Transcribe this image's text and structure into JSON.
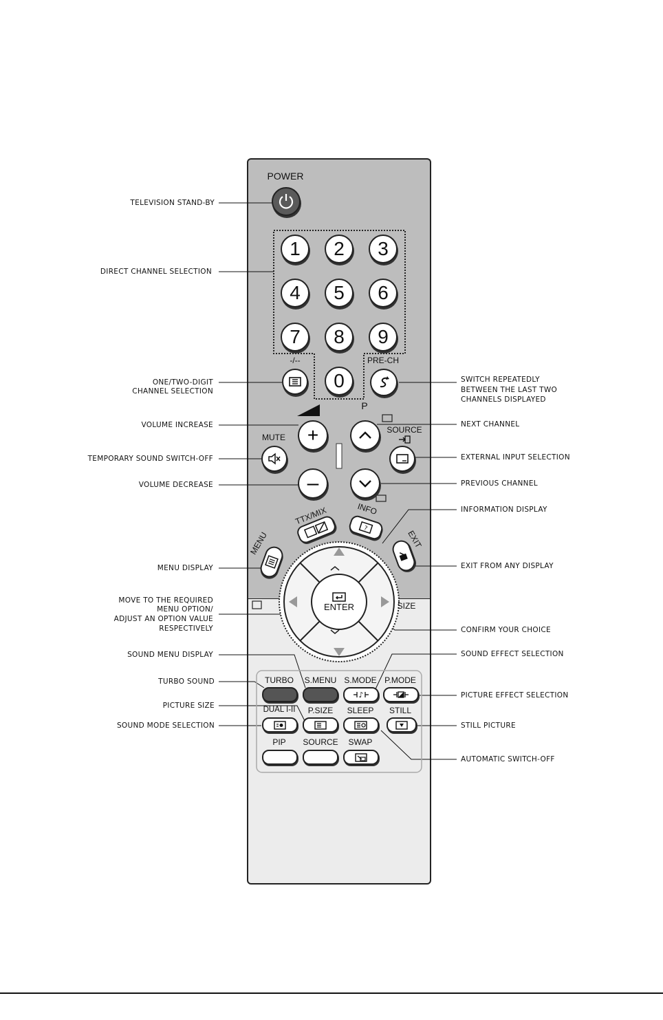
{
  "buttons": {
    "power": "POWER",
    "digits": [
      "1",
      "2",
      "3",
      "4",
      "5",
      "6",
      "7",
      "8",
      "9",
      "0"
    ],
    "dash": "-/--",
    "prech": "PRE-CH",
    "p": "P",
    "mute": "MUTE",
    "source": "SOURCE",
    "ttx": "TTX/MIX",
    "info": "INFO",
    "menu": "MENU",
    "exit": "EXIT",
    "enter": "ENTER",
    "size": "SIZE",
    "turbo": "TURBO",
    "smenu": "S.MENU",
    "smode": "S.MODE",
    "pmode": "P.MODE",
    "dual": "DUAL I-II",
    "psize": "P.SIZE",
    "sleep": "SLEEP",
    "still": "STILL",
    "pip": "PIP",
    "source2": "SOURCE",
    "swap": "SWAP"
  },
  "labels": {
    "standby": "TELEVISION STAND-BY",
    "direct": "DIRECT CHANNEL SELECTION",
    "onetwo1": "ONE/TWO-DIGIT",
    "onetwo2": "CHANNEL SELECTION",
    "volinc": "VOLUME INCREASE",
    "tempmute": "TEMPORARY SOUND SWITCH-OFF",
    "voldec": "VOLUME DECREASE",
    "menudisp": "MENU DISPLAY",
    "move1": "MOVE TO THE REQUIRED",
    "move2": "MENU OPTION/",
    "move3": "ADJUST AN OPTION VALUE",
    "move4": "RESPECTIVELY",
    "soundmenu": "SOUND MENU DISPLAY",
    "turbosound": "TURBO SOUND",
    "picsize": "PICTURE SIZE",
    "soundmode": "SOUND MODE SELECTION",
    "switch1": "SWITCH REPEATEDLY",
    "switch2": "BETWEEN THE LAST TWO",
    "switch3": "CHANNELS DISPLAYED",
    "nextch": "NEXT CHANNEL",
    "extinput": "EXTERNAL INPUT SELECTION",
    "prevch": "PREVIOUS CHANNEL",
    "infodisp": "INFORMATION DISPLAY",
    "exitdisp": "EXIT FROM ANY DISPLAY",
    "confirm": "CONFIRM YOUR CHOICE",
    "soundeffect": "SOUND EFFECT SELECTION",
    "piceffect": "PICTURE EFFECT SELECTION",
    "stillpic": "STILL PICTURE",
    "autooff": "AUTOMATIC SWITCH-OFF"
  },
  "colors": {
    "top_body": "#bdbdbd",
    "bottom_body": "#ececec",
    "dark_key": "#555555"
  }
}
